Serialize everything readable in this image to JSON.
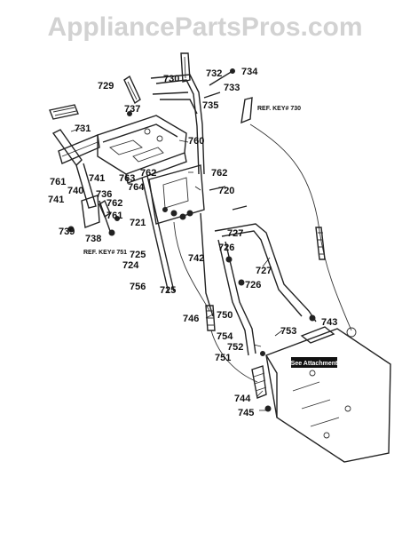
{
  "watermark": "AppliancePartsPros.com",
  "ref_keys": {
    "ref_730": "REF. KEY# 730",
    "ref_751": "REF. KEY# 751"
  },
  "callout_box": "See Attachment",
  "labels": {
    "l729": "729",
    "l730": "730",
    "l732": "732",
    "l734": "734",
    "l733": "733",
    "l737": "737",
    "l735": "735",
    "l731": "731",
    "l760": "760",
    "l762a": "762",
    "l762b": "762",
    "l762c": "762",
    "l761a": "761",
    "l741a": "741",
    "l763": "763",
    "l720": "720",
    "l740": "740",
    "l736": "736",
    "l741b": "741",
    "l764": "764",
    "l761b": "761",
    "l721": "721",
    "l739": "739",
    "l738": "738",
    "l727a": "727",
    "l726a": "726",
    "l725a": "725",
    "l742": "742",
    "l724": "724",
    "l727b": "727",
    "l726b": "726",
    "l756": "756",
    "l725b": "725",
    "l746": "746",
    "l750": "750",
    "l743": "743",
    "l754": "754",
    "l753": "753",
    "l752": "752",
    "l751": "751",
    "l744": "744",
    "l745": "745"
  }
}
